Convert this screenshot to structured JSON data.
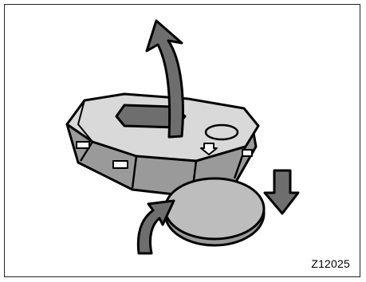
{
  "figure": {
    "code": "Z12025",
    "colors": {
      "line": "#000000",
      "shell": "#d9d9d9",
      "shell_shadow": "#9a9a9a",
      "dark": "#6e6e6e",
      "battery": "#bdbdbd"
    },
    "icons": [
      "key-fob",
      "lift-arrow",
      "insert-arrow",
      "remove-arrow",
      "battery-cell"
    ]
  }
}
